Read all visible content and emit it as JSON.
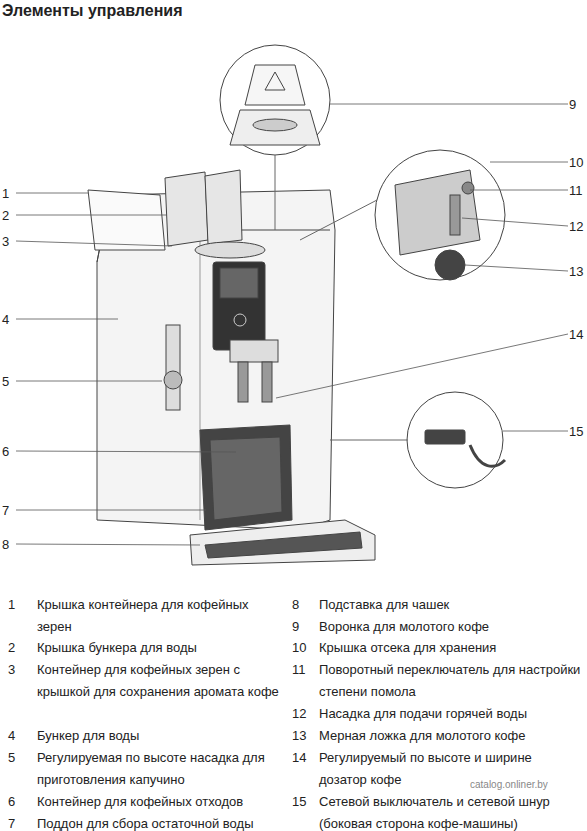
{
  "diagram": {
    "title": "Элементы управления",
    "labels": [
      "1",
      "2",
      "3",
      "4",
      "5",
      "6",
      "7",
      "8",
      "9",
      "10",
      "11",
      "12",
      "13",
      "14",
      "15",
      "1",
      "Крышка контейнера для кофейных зерен",
      "2",
      "Крышка бункера для воды",
      "3",
      "Контейнер для кофейных зерен с крышкой для сохранения аромата кофе",
      "4",
      "Бункер для воды",
      "5",
      "Регулируемая по высоте насадка для приготовления капучино",
      "6",
      "Контейнер для кофейных отходов",
      "7",
      "Поддон для сбора остаточной воды",
      "8",
      "Подставка для чашек",
      "9",
      "Воронка для молотого кофе",
      "10",
      "Крышка отсека для хранения",
      "11",
      "Поворотный переключатель для настройки степени помола",
      "12",
      "Насадка для подачи горячей воды",
      "13",
      "Мерная ложка для молотого кофе",
      "14",
      "Регулируемый по высоте и ширине дозатор кофе",
      "15",
      "Сетевой выключатель и сетевой шнур (боковая сторона кофе-машины)",
      "catalog.onliner.by"
    ]
  }
}
